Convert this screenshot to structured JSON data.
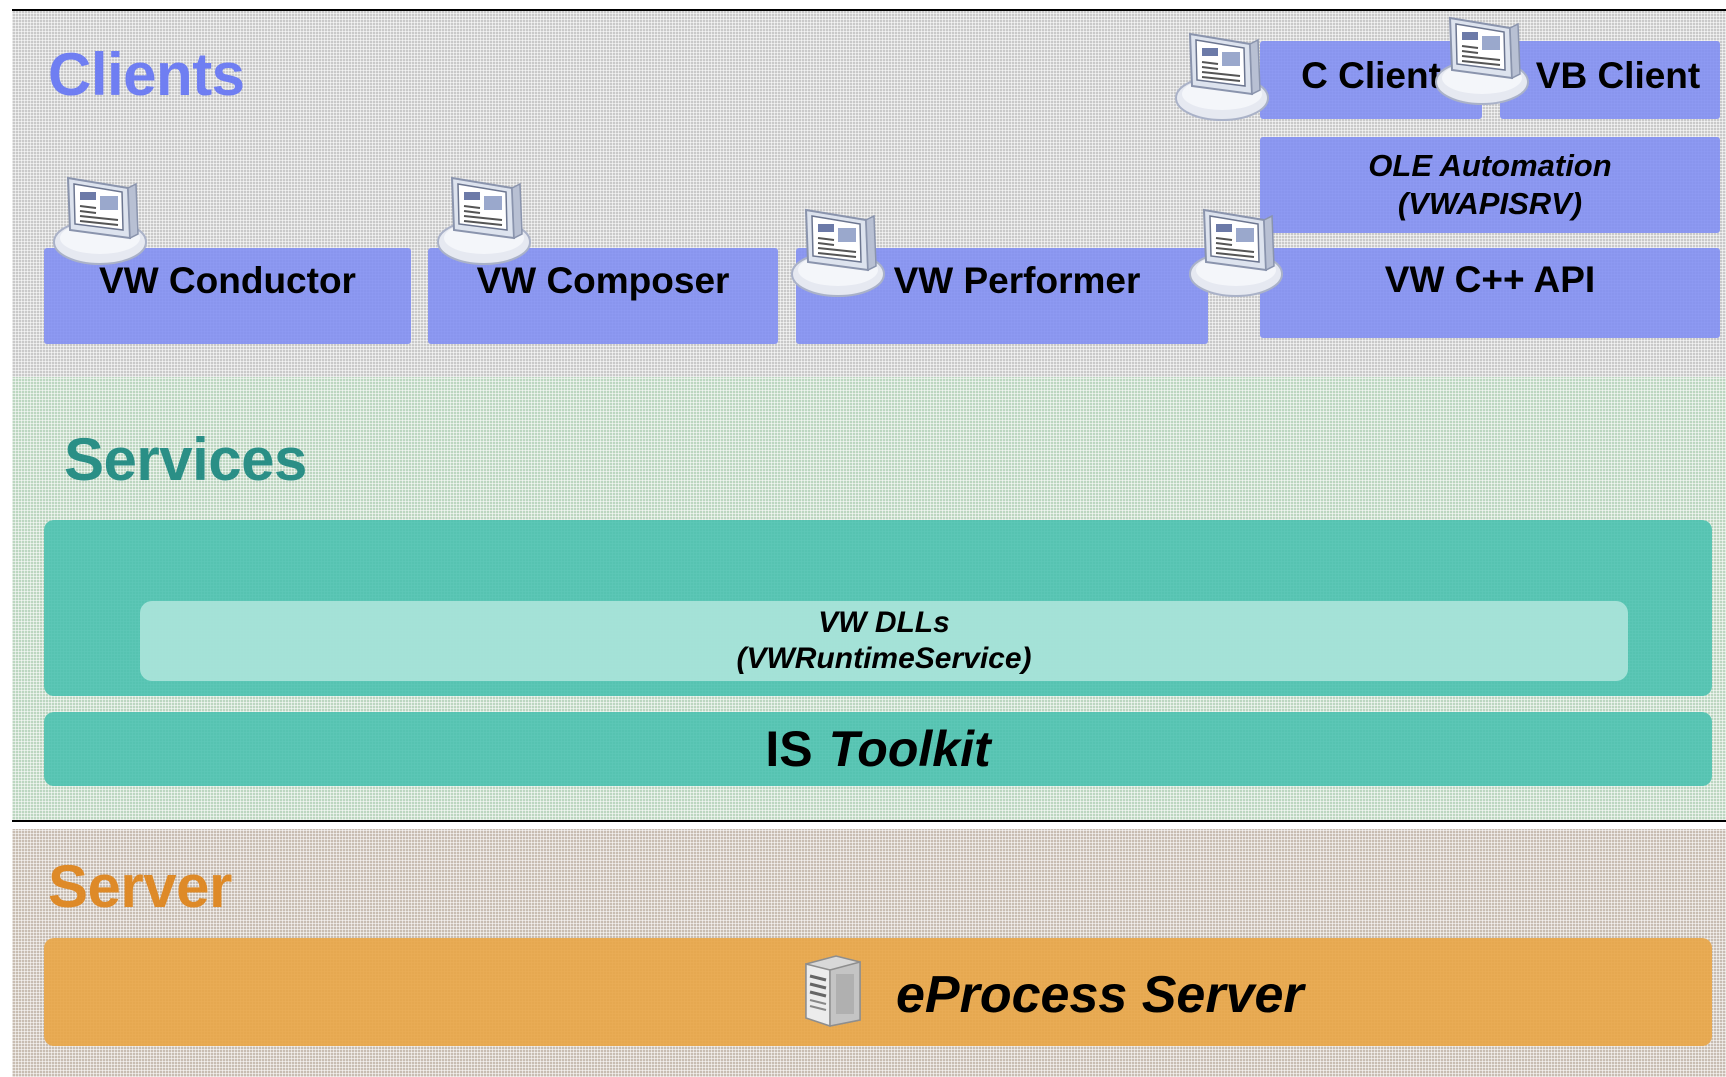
{
  "sections": {
    "clients": "Clients",
    "services": "Services",
    "server": "Server"
  },
  "clients": {
    "vw_conductor": "VW Conductor",
    "vw_composer": "VW Composer",
    "vw_performer": "VW Performer",
    "vw_cpp_api": "VW C++ API",
    "ole_automation_line1": "OLE Automation",
    "ole_automation_line2": "(VWAPISRV)",
    "c_client": "C Client",
    "vb_client": "VB Client"
  },
  "services": {
    "vw_dlls_line1": "VW DLLs",
    "vw_dlls_line2": "(VWRuntimeService)",
    "is_prefix": "IS",
    "toolkit": "Toolkit"
  },
  "server": {
    "eprocess_server": "eProcess Server"
  },
  "colors": {
    "clients_title": "#6f7ef2",
    "services_title": "#2a8f86",
    "server_title": "#de8a28",
    "client_box": "#808df2",
    "service_box": "#48c0ae",
    "dll_box": "#aae4da",
    "server_box": "#e8a648"
  },
  "icons": {
    "client": "monitor-icon",
    "server": "server-tower-icon"
  }
}
